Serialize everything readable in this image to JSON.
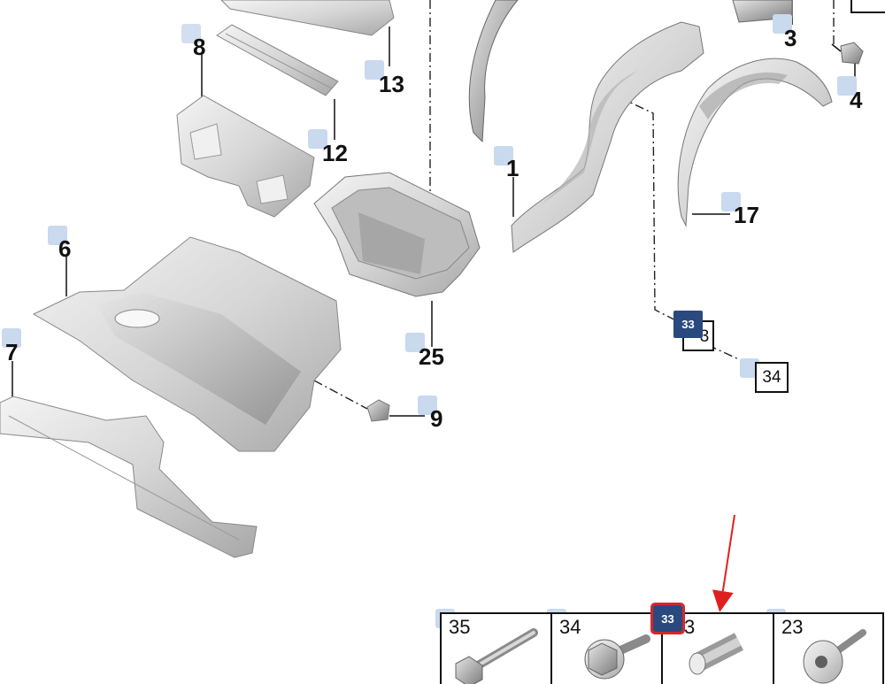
{
  "labels": {
    "p8": "8",
    "p13": "13",
    "p12": "12",
    "p6": "6",
    "p7": "7",
    "p25": "25",
    "p9": "9",
    "p1": "1",
    "p17": "17",
    "p3": "3",
    "p4": "4"
  },
  "boxes": {
    "b33_label": "3",
    "b34": "34"
  },
  "badges": {
    "main": "33",
    "tray": "33"
  },
  "tray": {
    "items": [
      {
        "num": "35",
        "name": "long-bolt"
      },
      {
        "num": "34",
        "name": "flange-bolt"
      },
      {
        "num": "3",
        "name": "spacer-sleeve"
      },
      {
        "num": "23",
        "name": "push-rivet"
      }
    ]
  },
  "colors": {
    "badge": "#2a4a7f",
    "highlight": "#d8262b",
    "hotspot": "#c9d9ee",
    "arrow": "#e0201e"
  },
  "icons": [
    "red-arrow-icon"
  ]
}
